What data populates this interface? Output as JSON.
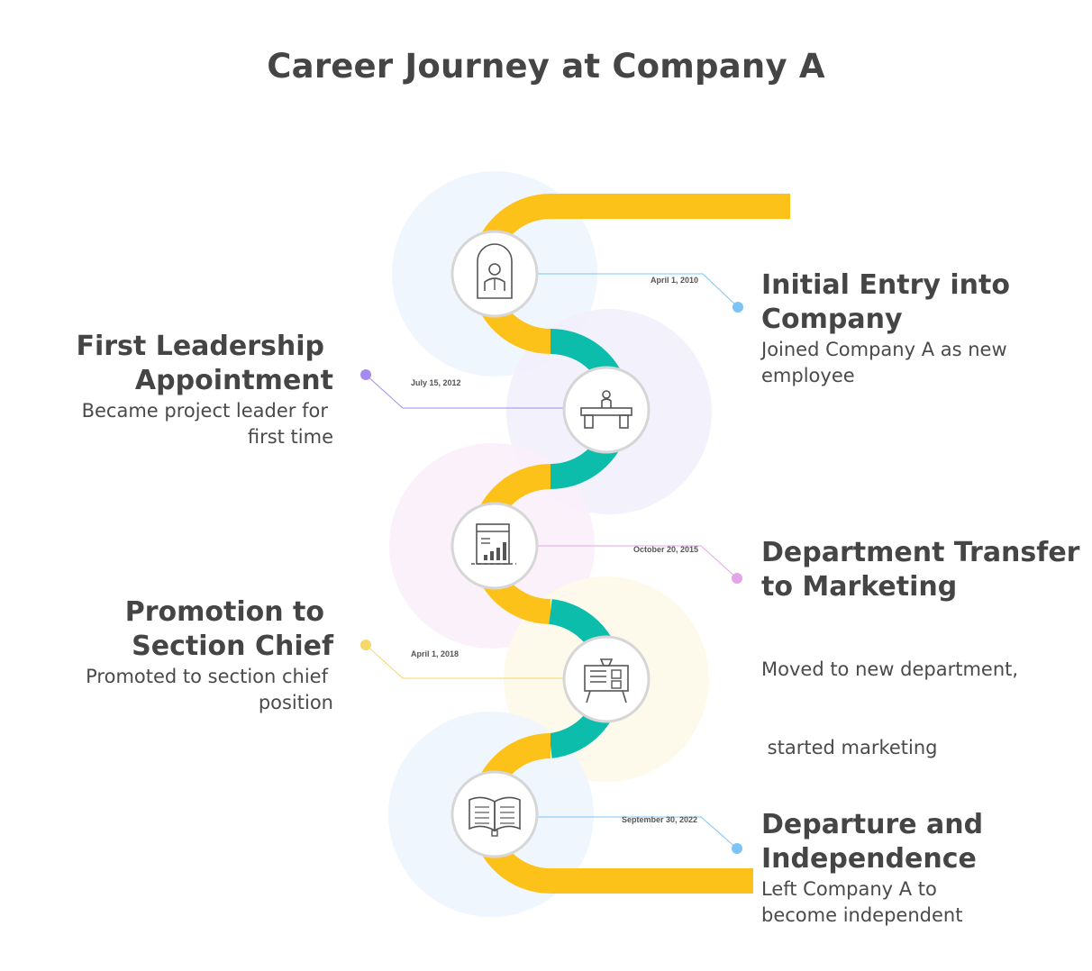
{
  "title": "Career Journey at Company A",
  "colors": {
    "path_primary": "#FDC219",
    "path_secondary": "#0DBDAC",
    "text": "#454545"
  },
  "events": [
    {
      "date": "April 1, 2010",
      "title_lines": [
        "Initial Entry into",
        "Company"
      ],
      "desc_lines": [
        "Joined Company A as new",
        "employee"
      ],
      "icon": "person-portrait-icon",
      "dot_color": "#7CC4F5"
    },
    {
      "date": "July 15, 2012",
      "title_lines": [
        "First Leadership",
        "Appointment"
      ],
      "desc_lines": [
        "Became project leader for",
        "first time"
      ],
      "icon": "person-at-desk-icon",
      "dot_color": "#A68BEE"
    },
    {
      "date": "October 20, 2015",
      "title_lines": [
        "Department Transfer",
        "to Marketing"
      ],
      "desc_lines": [
        "Moved to new department,",
        " started marketing"
      ],
      "icon": "bar-chart-report-icon",
      "dot_color": "#E2A6E6"
    },
    {
      "date": "April 1, 2018",
      "title_lines": [
        "Promotion to",
        "Section Chief"
      ],
      "desc_lines": [
        "Promoted to section chief",
        "position"
      ],
      "icon": "presentation-board-icon",
      "dot_color": "#F6D769"
    },
    {
      "date": "September 30, 2022",
      "title_lines": [
        "Departure and",
        "Independence"
      ],
      "desc_lines": [
        "Left Company A to",
        "become independent"
      ],
      "icon": "open-book-icon",
      "dot_color": "#7CC4F5"
    }
  ]
}
